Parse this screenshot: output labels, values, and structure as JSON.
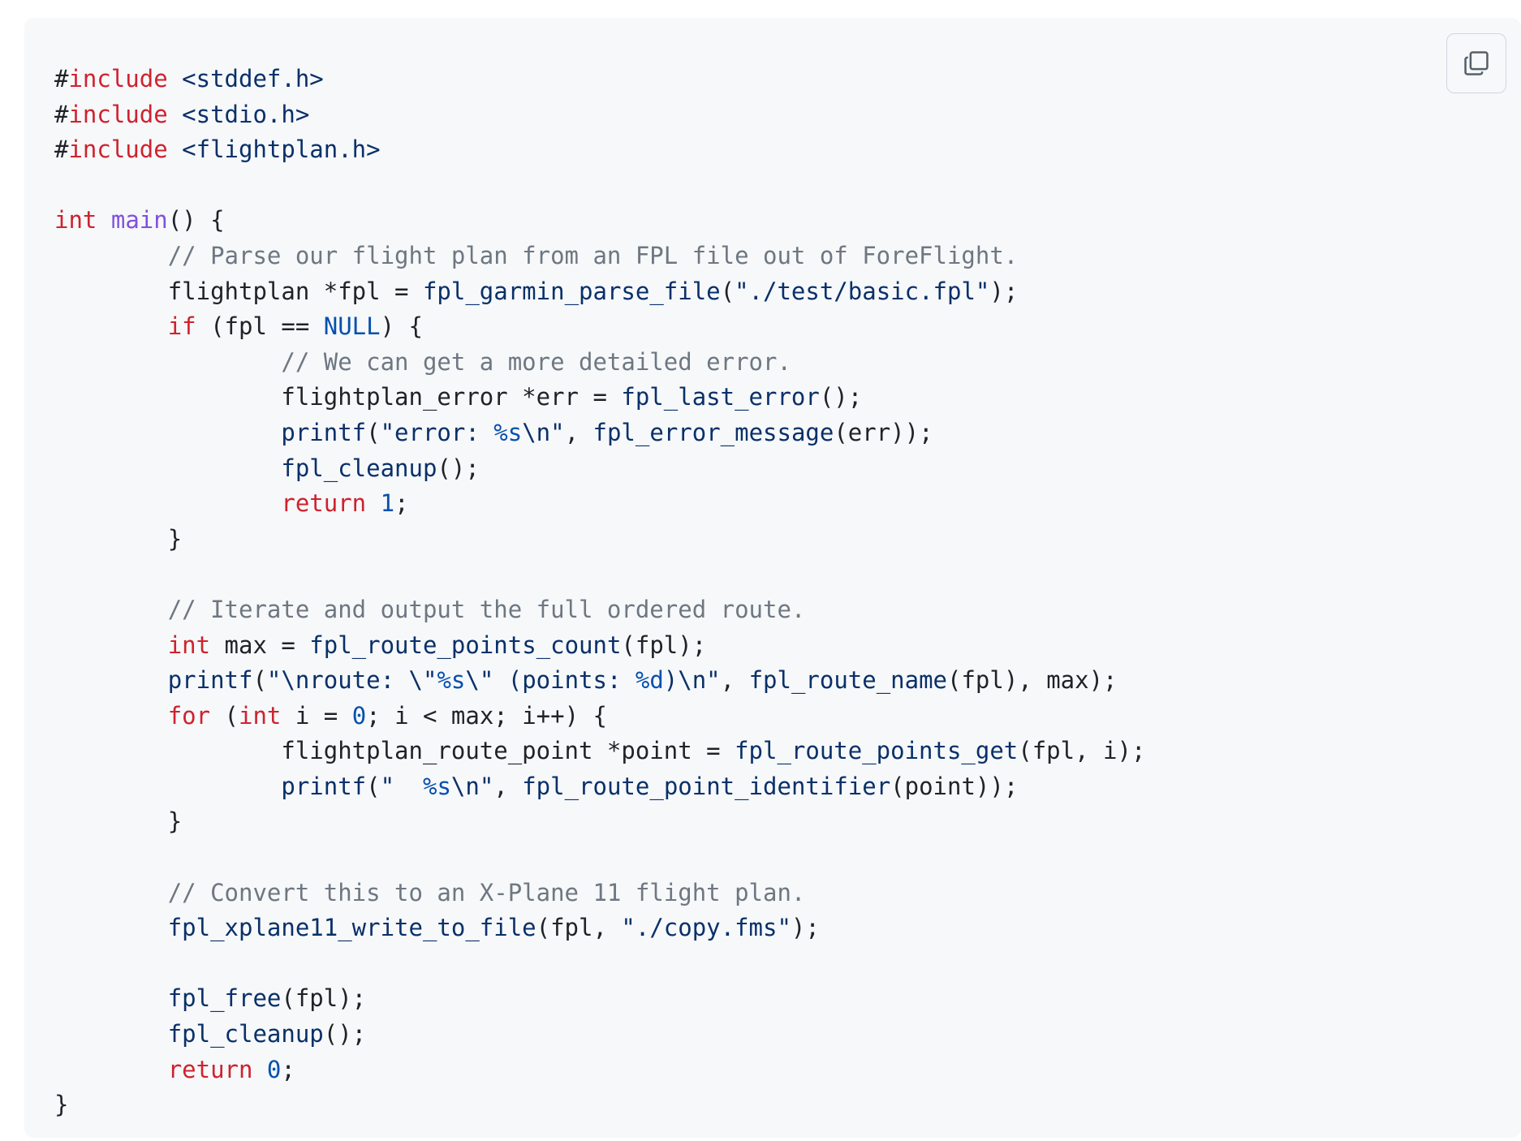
{
  "colors": {
    "keyword": "#cf222e",
    "function": "#0a3069",
    "definition": "#8250df",
    "comment": "#6e7781",
    "plain": "#1f2328",
    "background": "#f6f8fa"
  },
  "copy_button": {
    "icon": "copy-icon"
  },
  "code": {
    "lines": [
      [
        {
          "t": "pl",
          "v": "#"
        },
        {
          "t": "kw",
          "v": "include"
        },
        {
          "t": "pl",
          "v": " "
        },
        {
          "t": "str",
          "v": "<stddef.h>"
        }
      ],
      [
        {
          "t": "pl",
          "v": "#"
        },
        {
          "t": "kw",
          "v": "include"
        },
        {
          "t": "pl",
          "v": " "
        },
        {
          "t": "str",
          "v": "<stdio.h>"
        }
      ],
      [
        {
          "t": "pl",
          "v": "#"
        },
        {
          "t": "kw",
          "v": "include"
        },
        {
          "t": "pl",
          "v": " "
        },
        {
          "t": "str",
          "v": "<flightplan.h>"
        }
      ],
      [],
      [
        {
          "t": "kw",
          "v": "int"
        },
        {
          "t": "pl",
          "v": " "
        },
        {
          "t": "def",
          "v": "main"
        },
        {
          "t": "pl",
          "v": "() {"
        }
      ],
      [
        {
          "t": "pl",
          "v": "\t"
        },
        {
          "t": "cm",
          "v": "// Parse our flight plan from an FPL file out of ForeFlight."
        }
      ],
      [
        {
          "t": "pl",
          "v": "\tflightplan *fpl = "
        },
        {
          "t": "fn",
          "v": "fpl_garmin_parse_file"
        },
        {
          "t": "pl",
          "v": "("
        },
        {
          "t": "str",
          "v": "\"./test/basic.fpl\""
        },
        {
          "t": "pl",
          "v": ");"
        }
      ],
      [
        {
          "t": "pl",
          "v": "\t"
        },
        {
          "t": "kw",
          "v": "if"
        },
        {
          "t": "pl",
          "v": " (fpl == "
        },
        {
          "t": "num",
          "v": "NULL"
        },
        {
          "t": "pl",
          "v": ") {"
        }
      ],
      [
        {
          "t": "pl",
          "v": "\t\t"
        },
        {
          "t": "cm",
          "v": "// We can get a more detailed error."
        }
      ],
      [
        {
          "t": "pl",
          "v": "\t\tflightplan_error *err = "
        },
        {
          "t": "fn",
          "v": "fpl_last_error"
        },
        {
          "t": "pl",
          "v": "();"
        }
      ],
      [
        {
          "t": "pl",
          "v": "\t\t"
        },
        {
          "t": "fn",
          "v": "printf"
        },
        {
          "t": "pl",
          "v": "("
        },
        {
          "t": "str",
          "v": "\"error: "
        },
        {
          "t": "num",
          "v": "%s"
        },
        {
          "t": "str",
          "v": "\\n\""
        },
        {
          "t": "pl",
          "v": ", "
        },
        {
          "t": "fn",
          "v": "fpl_error_message"
        },
        {
          "t": "pl",
          "v": "(err));"
        }
      ],
      [
        {
          "t": "pl",
          "v": "\t\t"
        },
        {
          "t": "fn",
          "v": "fpl_cleanup"
        },
        {
          "t": "pl",
          "v": "();"
        }
      ],
      [
        {
          "t": "pl",
          "v": "\t\t"
        },
        {
          "t": "kw",
          "v": "return"
        },
        {
          "t": "pl",
          "v": " "
        },
        {
          "t": "num",
          "v": "1"
        },
        {
          "t": "pl",
          "v": ";"
        }
      ],
      [
        {
          "t": "pl",
          "v": "\t}"
        }
      ],
      [],
      [
        {
          "t": "pl",
          "v": "\t"
        },
        {
          "t": "cm",
          "v": "// Iterate and output the full ordered route."
        }
      ],
      [
        {
          "t": "pl",
          "v": "\t"
        },
        {
          "t": "kw",
          "v": "int"
        },
        {
          "t": "pl",
          "v": " max = "
        },
        {
          "t": "fn",
          "v": "fpl_route_points_count"
        },
        {
          "t": "pl",
          "v": "(fpl);"
        }
      ],
      [
        {
          "t": "pl",
          "v": "\t"
        },
        {
          "t": "fn",
          "v": "printf"
        },
        {
          "t": "pl",
          "v": "("
        },
        {
          "t": "str",
          "v": "\"\\nroute: \\\""
        },
        {
          "t": "num",
          "v": "%s"
        },
        {
          "t": "str",
          "v": "\\\" (points: "
        },
        {
          "t": "num",
          "v": "%d"
        },
        {
          "t": "str",
          "v": ")\\n\""
        },
        {
          "t": "pl",
          "v": ", "
        },
        {
          "t": "fn",
          "v": "fpl_route_name"
        },
        {
          "t": "pl",
          "v": "(fpl), max);"
        }
      ],
      [
        {
          "t": "pl",
          "v": "\t"
        },
        {
          "t": "kw",
          "v": "for"
        },
        {
          "t": "pl",
          "v": " ("
        },
        {
          "t": "kw",
          "v": "int"
        },
        {
          "t": "pl",
          "v": " i = "
        },
        {
          "t": "num",
          "v": "0"
        },
        {
          "t": "pl",
          "v": "; i < max; i++) {"
        }
      ],
      [
        {
          "t": "pl",
          "v": "\t\tflightplan_route_point *point = "
        },
        {
          "t": "fn",
          "v": "fpl_route_points_get"
        },
        {
          "t": "pl",
          "v": "(fpl, i);"
        }
      ],
      [
        {
          "t": "pl",
          "v": "\t\t"
        },
        {
          "t": "fn",
          "v": "printf"
        },
        {
          "t": "pl",
          "v": "("
        },
        {
          "t": "str",
          "v": "\"  "
        },
        {
          "t": "num",
          "v": "%s"
        },
        {
          "t": "str",
          "v": "\\n\""
        },
        {
          "t": "pl",
          "v": ", "
        },
        {
          "t": "fn",
          "v": "fpl_route_point_identifier"
        },
        {
          "t": "pl",
          "v": "(point));"
        }
      ],
      [
        {
          "t": "pl",
          "v": "\t}"
        }
      ],
      [],
      [
        {
          "t": "pl",
          "v": "\t"
        },
        {
          "t": "cm",
          "v": "// Convert this to an X-Plane 11 flight plan."
        }
      ],
      [
        {
          "t": "pl",
          "v": "\t"
        },
        {
          "t": "fn",
          "v": "fpl_xplane11_write_to_file"
        },
        {
          "t": "pl",
          "v": "(fpl, "
        },
        {
          "t": "str",
          "v": "\"./copy.fms\""
        },
        {
          "t": "pl",
          "v": ");"
        }
      ],
      [],
      [
        {
          "t": "pl",
          "v": "\t"
        },
        {
          "t": "fn",
          "v": "fpl_free"
        },
        {
          "t": "pl",
          "v": "(fpl);"
        }
      ],
      [
        {
          "t": "pl",
          "v": "\t"
        },
        {
          "t": "fn",
          "v": "fpl_cleanup"
        },
        {
          "t": "pl",
          "v": "();"
        }
      ],
      [
        {
          "t": "pl",
          "v": "\t"
        },
        {
          "t": "kw",
          "v": "return"
        },
        {
          "t": "pl",
          "v": " "
        },
        {
          "t": "num",
          "v": "0"
        },
        {
          "t": "pl",
          "v": ";"
        }
      ],
      [
        {
          "t": "pl",
          "v": "}"
        }
      ]
    ]
  }
}
